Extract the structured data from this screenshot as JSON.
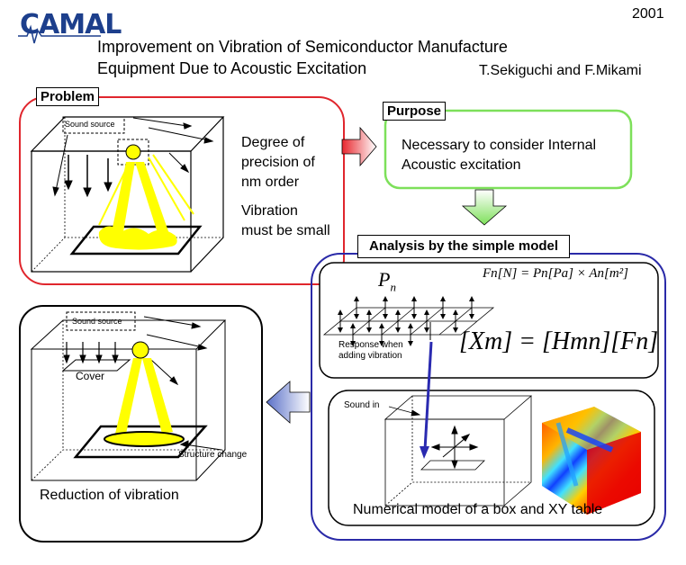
{
  "header": {
    "logo": "CAMAL",
    "year": "2001",
    "title_line1": "Improvement on Vibration of Semiconductor Manufacture",
    "title_line2": "Equipment Due to Acoustic Excitation",
    "authors": "T.Sekiguchi and F.Mikami"
  },
  "problem": {
    "label": "Problem",
    "sound_source": "Sound source",
    "text1_line1": "Degree of",
    "text1_line2": "precision of",
    "text1_line3": "nm order",
    "text2_line1": "Vibration",
    "text2_line2": "must be small"
  },
  "purpose": {
    "label": "Purpose",
    "text_line1": "Necessary to consider Internal",
    "text_line2": "Acoustic excitation"
  },
  "analysis": {
    "label": "Analysis by the simple model",
    "pn": "P",
    "pn_sub": "n",
    "force_formula": "Fn[N] = Pn[Pa] × An[m²]",
    "matrix_formula": "[Xm] = [Hmn][Fn]",
    "response_line1": "Response when",
    "response_line2": "adding vibration",
    "sound_in": "Sound in",
    "model_caption": "Numerical model of a box and XY table"
  },
  "reduction": {
    "sound_source": "Sound source",
    "cover": "Cover",
    "structure_change": "Structure change",
    "caption": "Reduction of vibration"
  },
  "colors": {
    "problem_border": "#e0262d",
    "purpose_border": "#7de05a",
    "analysis_border": "#2a2aa8",
    "beam": "#ffff00",
    "arrow_red": "#e8262d",
    "arrow_green": "#9ee86a",
    "arrow_blue": "#6a7fd0"
  }
}
